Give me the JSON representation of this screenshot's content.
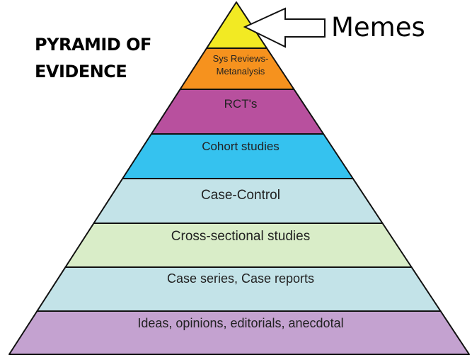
{
  "title": {
    "line1": "PYRAMID OF",
    "line2": "EVIDENCE"
  },
  "callout": {
    "label": "Memes"
  },
  "tiers": [
    {
      "label": "",
      "color": "#f2ea23"
    },
    {
      "label": "Sys Reviews-\nMetanalysis",
      "color": "#f6921e"
    },
    {
      "label": "RCT's",
      "color": "#b8509e"
    },
    {
      "label": "Cohort studies",
      "color": "#35c2ef"
    },
    {
      "label": "Case-Control",
      "color": "#c3e3e8"
    },
    {
      "label": "Cross-sectional studies",
      "color": "#d9edc8"
    },
    {
      "label": "Case series, Case reports",
      "color": "#c3e3e8"
    },
    {
      "label": "Ideas, opinions, editorials, anecdotal",
      "color": "#c4a2d0"
    }
  ]
}
